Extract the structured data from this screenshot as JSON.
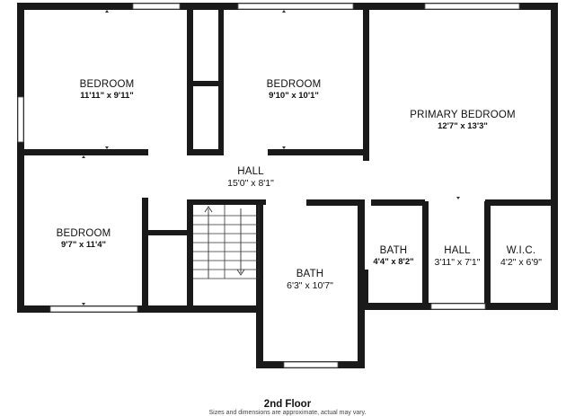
{
  "rooms": [
    {
      "id": "bedroom-1",
      "name": "BEDROOM",
      "dims": "11'11\" x 9'11\""
    },
    {
      "id": "bedroom-2",
      "name": "BEDROOM",
      "dims": "9'10\" x 10'1\""
    },
    {
      "id": "primary-bedroom",
      "name": "PRIMARY BEDROOM",
      "dims": "12'7\" x 13'3\""
    },
    {
      "id": "hall-1",
      "name": "HALL",
      "dims": "15'0\" x 8'1\""
    },
    {
      "id": "bedroom-3",
      "name": "BEDROOM",
      "dims": "9'7\" x 11'4\""
    },
    {
      "id": "bath-1",
      "name": "BATH",
      "dims": "4'4\" x 8'2\""
    },
    {
      "id": "hall-2",
      "name": "HALL",
      "dims": "3'11\" x 7'1\""
    },
    {
      "id": "wic",
      "name": "W.I.C.",
      "dims": "4'2\" x 6'9\""
    },
    {
      "id": "bath-2",
      "name": "BATH",
      "dims": "6'3\" x 10'7\""
    }
  ],
  "footer": {
    "title": "2nd Floor",
    "note": "Sizes and dimensions are approximate, actual may vary."
  },
  "colors": {
    "wall": "#1a1a1a",
    "background": "#ffffff"
  }
}
